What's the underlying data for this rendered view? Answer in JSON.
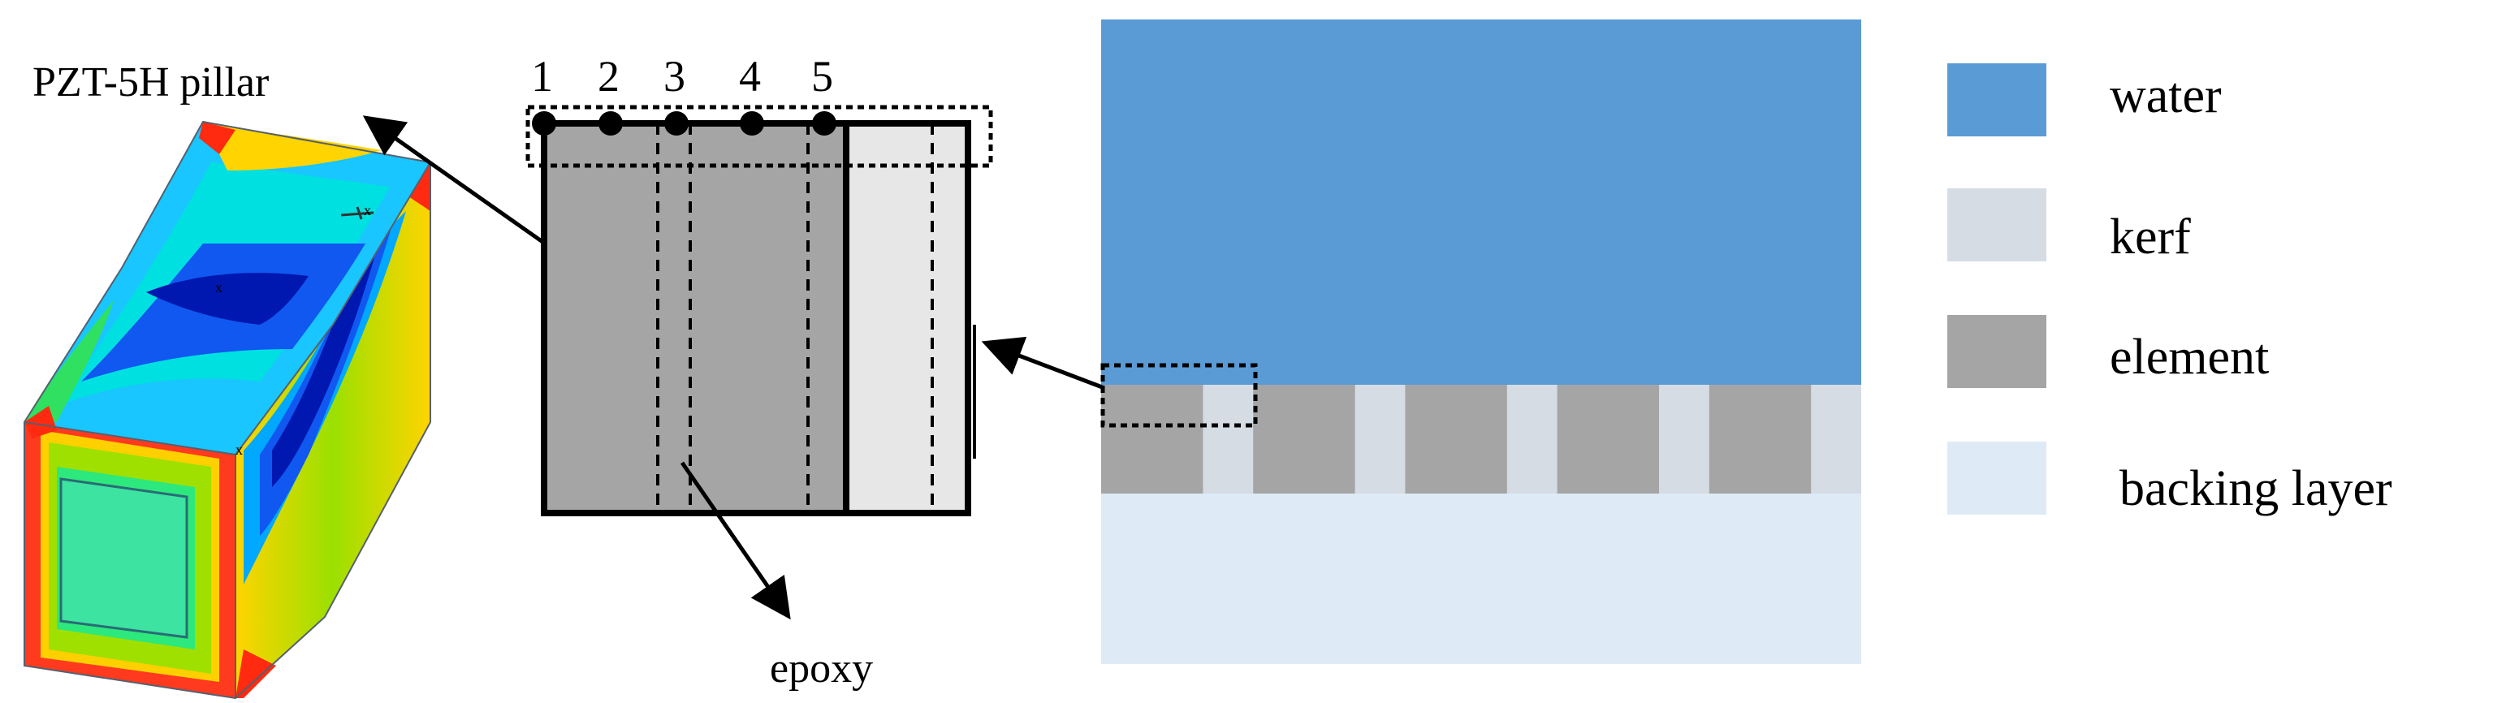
{
  "pillar": {
    "label": "PZT-5H pillar"
  },
  "cross_section": {
    "point_labels": [
      "1",
      "2",
      "3",
      "4",
      "5"
    ],
    "epoxy_label": "epoxy"
  },
  "model": {
    "element_count": 5
  },
  "legend": {
    "items": [
      {
        "label": "water",
        "color": "#5b9bd5"
      },
      {
        "label": "kerf",
        "color": "#d6dce4"
      },
      {
        "label": "element",
        "color": "#a5a5a5"
      },
      {
        "label": "backing layer",
        "color": "#deebf7"
      }
    ]
  },
  "colors": {
    "pzt": "#a5a5a5",
    "epoxy_fill": "#e7e7e7",
    "outline": "#000000"
  }
}
